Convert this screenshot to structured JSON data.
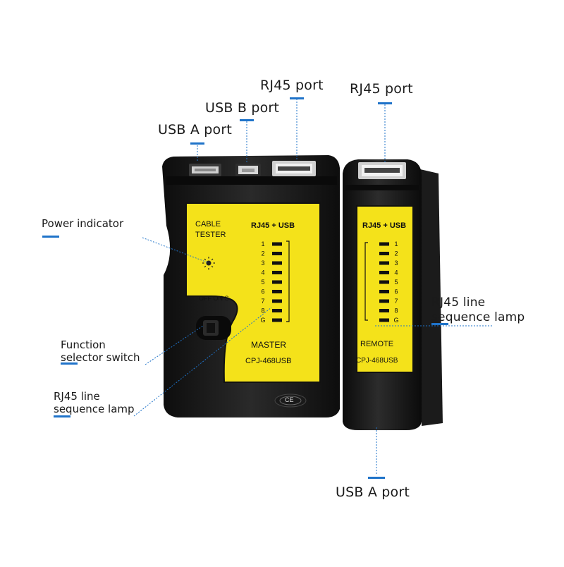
{
  "labels": {
    "usb_a_top": "USB A port",
    "usb_b": "USB B port",
    "rj45_master": "RJ45 port",
    "rj45_remote": "RJ45 port",
    "power_indicator": "Power indicator",
    "function_switch_l1": "Function",
    "function_switch_l2": "selector switch",
    "rj45_lamp_left_l1": "RJ45 line",
    "rj45_lamp_left_l2": "sequence lamp",
    "rj45_lamp_right_l1": "RJ45 line",
    "rj45_lamp_right_l2": "sequence lamp",
    "usb_a_bottom": "USB A port"
  },
  "master_panel": {
    "cable_l1": "CABLE",
    "cable_l2": "TESTER",
    "header": "RJ45 + USB",
    "switch_text": "OFF ON  S",
    "unit": "MASTER",
    "model": "CPJ-468USB",
    "lamps": [
      "1",
      "2",
      "3",
      "4",
      "5",
      "6",
      "7",
      "8",
      "G"
    ]
  },
  "remote_panel": {
    "header": "RJ45 + USB",
    "unit": "REMOTE",
    "model": "CPJ-468USB",
    "lamps": [
      "1",
      "2",
      "3",
      "4",
      "5",
      "6",
      "7",
      "8",
      "G"
    ]
  },
  "ce_mark": "CE",
  "colors": {
    "body": "#151515",
    "panel_yellow": "#f4e21a",
    "leader_blue": "#1f73c9",
    "lamp": "#111111"
  }
}
